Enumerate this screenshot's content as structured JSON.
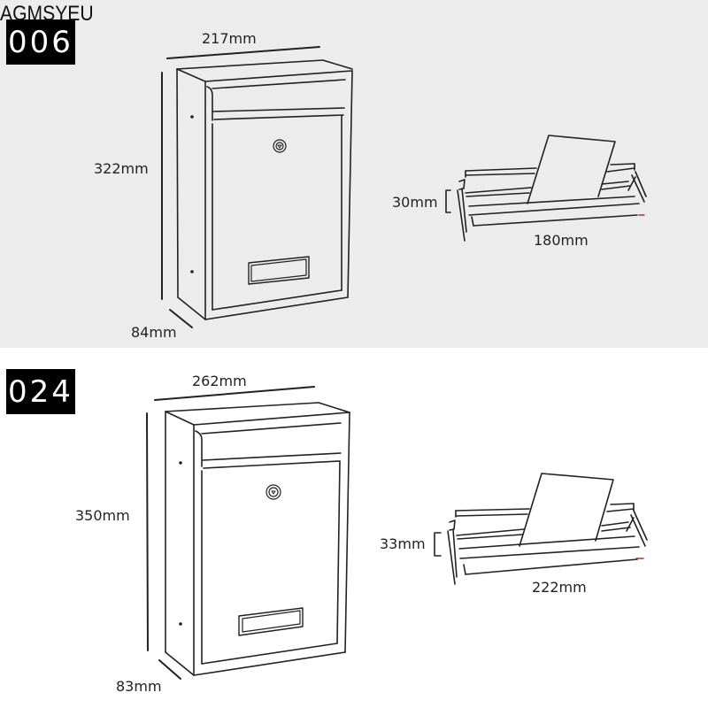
{
  "brand": "AGMSYEU",
  "colors": {
    "top_panel_bg": "#ececec",
    "bottom_panel_bg": "#ffffff",
    "badge_bg": "#000000",
    "badge_text": "#ffffff",
    "line": "#222222"
  },
  "models": [
    {
      "id_label": "006",
      "dimensions": {
        "width": "217mm",
        "height": "322mm",
        "depth": "84mm",
        "slot_height": "30mm",
        "slot_width": "180mm"
      }
    },
    {
      "id_label": "024",
      "dimensions": {
        "width": "262mm",
        "height": "350mm",
        "depth": "83mm",
        "slot_height": "33mm",
        "slot_width": "222mm"
      }
    }
  ]
}
